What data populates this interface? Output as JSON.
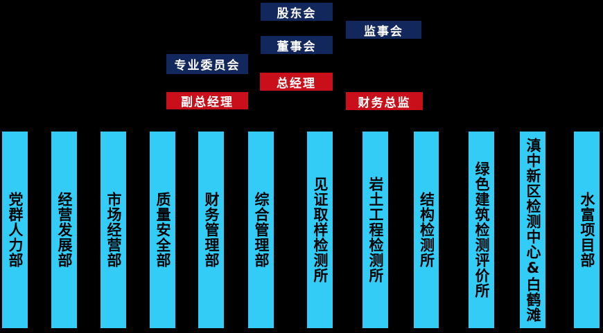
{
  "colors": {
    "background": "#000000",
    "governance_box": "#12275C",
    "executive_box": "#C9101A",
    "department_bar": "#33CCF6",
    "box_text": "#FFFFFF",
    "bar_text": "#000000"
  },
  "nodes": {
    "shareholders": {
      "label": "股东会"
    },
    "supervisory_board": {
      "label": "监事会"
    },
    "board_of_directors": {
      "label": "董事会"
    },
    "professional_committee": {
      "label": "专业委员会"
    },
    "general_manager": {
      "label": "总经理"
    },
    "deputy_general_manager": {
      "label": "副总经理"
    },
    "finance_director": {
      "label": "财务总监"
    }
  },
  "departments": [
    {
      "label": "党群人力部"
    },
    {
      "label": "经营发展部"
    },
    {
      "label": "市场经营部"
    },
    {
      "label": "质量安全部"
    },
    {
      "label": "财务管理部"
    },
    {
      "label": "综合管理部"
    },
    {
      "label": "见证取样检测所"
    },
    {
      "label": "岩土工程检测所"
    },
    {
      "label": "结构检测所"
    },
    {
      "label": "绿色建筑检测评价所"
    },
    {
      "label": "滇中新区检测中心&白鹤滩"
    },
    {
      "label": "水富项目部"
    }
  ]
}
